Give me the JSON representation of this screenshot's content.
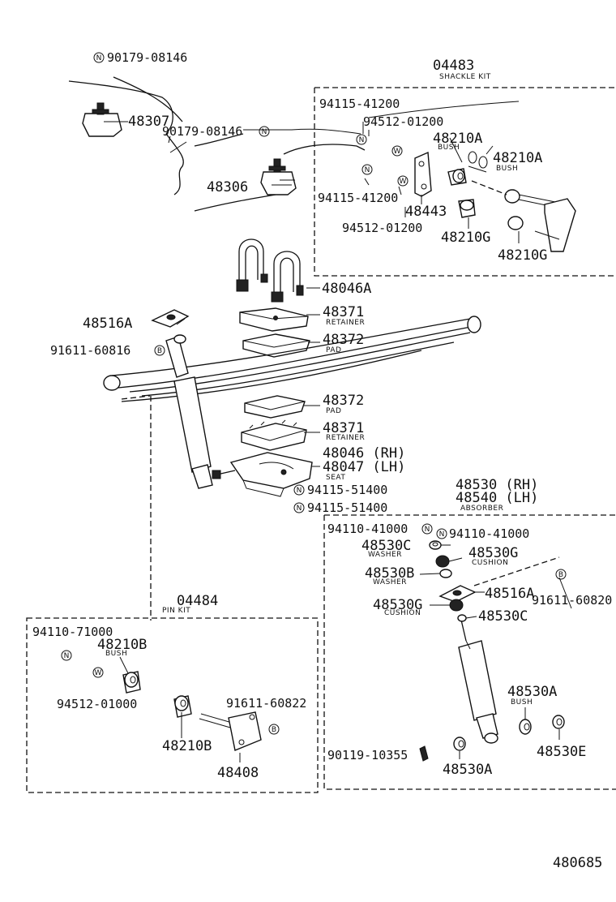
{
  "diagram_id": "480685",
  "labels": {
    "n_90179_top": "90179-08146",
    "p48307": "48307",
    "n_90179_mid": "90179-08146",
    "p48306": "48306",
    "kit04483": "04483",
    "kit04483_sub": "SHACKLE KIT",
    "p94115_41200_a": "94115-41200",
    "p94512_01200_a": "94512-01200",
    "p48210A_a": "48210A",
    "p48210A_a_sub": "BUSH",
    "p48210A_b": "48210A",
    "p48210A_b_sub": "BUSH",
    "p94115_41200_b": "94115-41200",
    "p48443": "48443",
    "p94512_01200_b": "94512-01200",
    "p48210G_a": "48210G",
    "p48210G_b": "48210G",
    "p48046A": "48046A",
    "p48516A_a": "48516A",
    "p48371_a": "48371",
    "p48371_a_sub": "RETAINER",
    "p48372_a": "48372",
    "p48372_a_sub": "PAD",
    "p91611_60816": "91611-60816",
    "p48372_b": "48372",
    "p48372_b_sub": "PAD",
    "p48371_b": "48371",
    "p48371_b_sub": "RETAINER",
    "p48046_rh": "48046 (RH)",
    "p48047_lh": "48047 (LH)",
    "p48047_sub": "SEAT",
    "p94115_51400_a": "94115-51400",
    "p94115_51400_b": "94115-51400",
    "p48530_rh": "48530 (RH)",
    "p48540_lh": "48540 (LH)",
    "p48540_sub": "ABSORBER",
    "p94110_41000_a": "94110-41000",
    "p94110_41000_b": "94110-41000",
    "p48530C_a": "48530C",
    "p48530C_a_sub": "WASHER",
    "p48530G_a": "48530G",
    "p48530G_a_sub": "CUSHION",
    "p48530B": "48530B",
    "p48530B_sub": "WASHER",
    "p48516A_b": "48516A",
    "p91611_60820": "91611-60820",
    "p48530G_b": "48530G",
    "p48530G_b_sub": "CUSHION",
    "p48530C_b": "48530C",
    "kit04484": "04484",
    "kit04484_sub": "PIN KIT",
    "p94110_71000": "94110-71000",
    "p48210B_a": "48210B",
    "p48210B_a_sub": "BUSH",
    "p94512_01000": "94512-01000",
    "p91611_60822": "91611-60822",
    "p48210B_b": "48210B",
    "p48408": "48408",
    "p48530A_a": "48530A",
    "p48530A_a_sub": "BUSH",
    "p90119_10355": "90119-10355",
    "p48530A_b": "48530A",
    "p48530E": "48530E"
  },
  "symbols": {
    "n": "N",
    "w": "W",
    "b": "B"
  }
}
